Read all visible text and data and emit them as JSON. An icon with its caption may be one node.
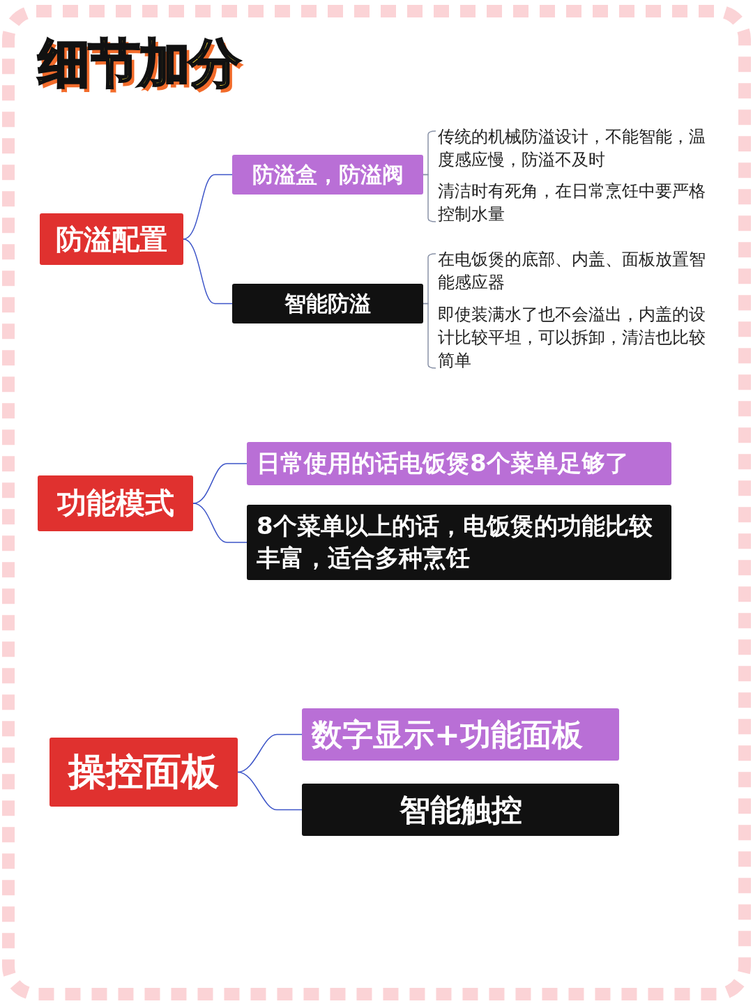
{
  "diagram": {
    "title": "细节加分",
    "nodes": [
      {
        "text": [
          "防溢配置"
        ]
      },
      {
        "text": [
          "防溢盒，防溢阀"
        ]
      },
      {
        "text": [
          "智能防溢"
        ]
      },
      {
        "text": [
          "传统的机械防溢设计，不能智能，温度感应慢，防溢不及时"
        ]
      },
      {
        "text": [
          "清洁时有死角，在日常烹饪中要严格控制水量"
        ]
      },
      {
        "text": [
          "在电饭煲的底部、内盖、面板放置智能感应器"
        ]
      },
      {
        "text": [
          "即使装满水了也不会溢出，内盖的设计比较平坦，可以拆卸，清洁也比较简单"
        ]
      },
      {
        "text": [
          "功能模式"
        ]
      },
      {
        "text": [
          "日常使用的话电饭煲8个菜单足够了"
        ]
      },
      {
        "text": [
          "8个菜单以上的话，电饭煲的功能比较丰富，适合多种烹饪"
        ]
      },
      {
        "text": [
          "操控面板"
        ]
      },
      {
        "text": [
          "数字显示+功能面板"
        ]
      },
      {
        "text": [
          "智能触控"
        ]
      }
    ],
    "edges": [
      {
        "from": 0,
        "to": 1,
        "arrow": "none"
      },
      {
        "from": 0,
        "to": 2,
        "arrow": "none"
      },
      {
        "from": 1,
        "to": 3,
        "arrow": "none"
      },
      {
        "from": 1,
        "to": 4,
        "arrow": "none"
      },
      {
        "from": 2,
        "to": 5,
        "arrow": "none"
      },
      {
        "from": 2,
        "to": 6,
        "arrow": "none"
      },
      {
        "from": 7,
        "to": 8,
        "arrow": "none"
      },
      {
        "from": 7,
        "to": 9,
        "arrow": "none"
      },
      {
        "from": 10,
        "to": 11,
        "arrow": "none"
      },
      {
        "from": 10,
        "to": 12,
        "arrow": "none"
      }
    ]
  }
}
